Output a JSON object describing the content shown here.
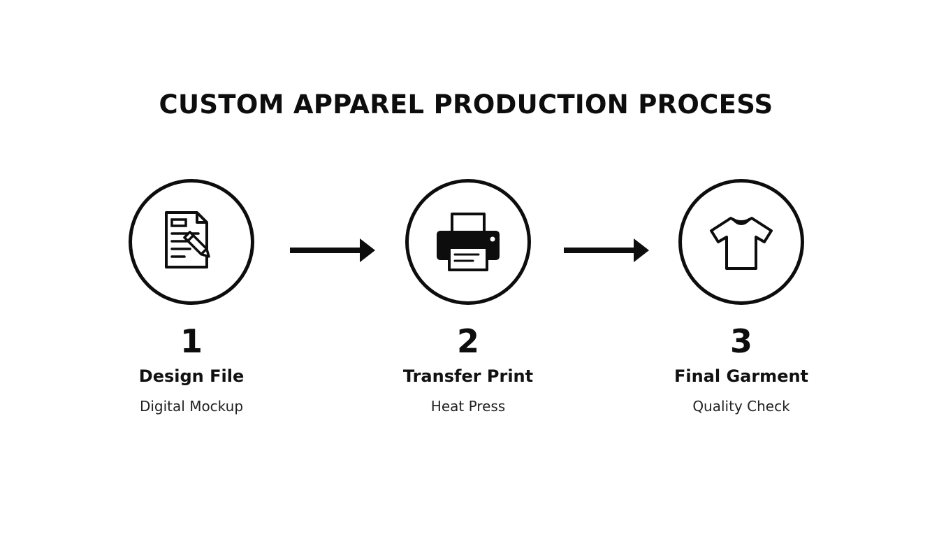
{
  "title": "CUSTOM APPAREL PRODUCTION PROCESS",
  "steps": [
    {
      "number": "1",
      "label": "Design File",
      "sublabel": "Digital Mockup",
      "icon": "document-edit-icon"
    },
    {
      "number": "2",
      "label": "Transfer Print",
      "sublabel": "Heat Press",
      "icon": "printer-icon"
    },
    {
      "number": "3",
      "label": "Final Garment",
      "sublabel": "Quality Check",
      "icon": "t-shirt-icon"
    }
  ],
  "colors": {
    "ink": "#0d0d0d",
    "background": "#ffffff"
  }
}
